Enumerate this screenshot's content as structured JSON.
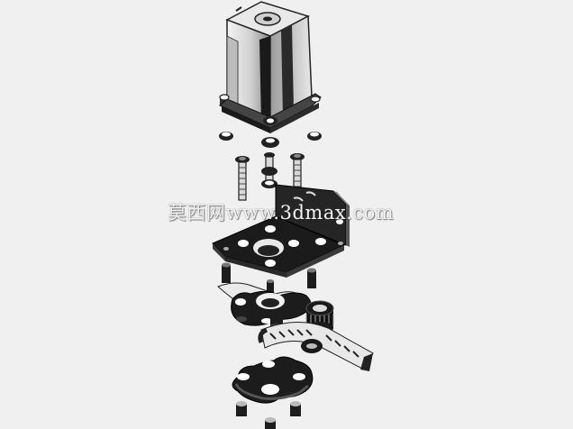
{
  "watermark": {
    "text": "莫西网www.3dmax.com"
  },
  "colors": {
    "background": "#f0f0f0",
    "metal": "#1b1b1b",
    "highlight": "#e6e6e6",
    "motor_body": "#d8d8d8"
  },
  "parts": [
    "stepper-motor",
    "motor-screws",
    "washers",
    "mounting-bracket",
    "spacer-nuts",
    "idler-plate",
    "pulley",
    "timing-belt",
    "bearing-plate",
    "bottom-nuts"
  ]
}
